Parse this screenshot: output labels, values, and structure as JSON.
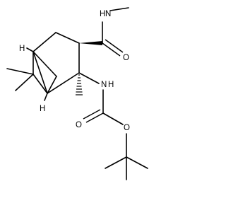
{
  "molecule": {
    "atoms": {
      "amide_n": "N",
      "amide_h": "H",
      "amide_o": "O",
      "carbamate_n": "N",
      "carbamate_h": "H",
      "carbamate_o_carbonyl": "O",
      "carbamate_o_ester": "O",
      "bridgehead_h_top": "H",
      "bridgehead_h_bottom": "H"
    }
  }
}
